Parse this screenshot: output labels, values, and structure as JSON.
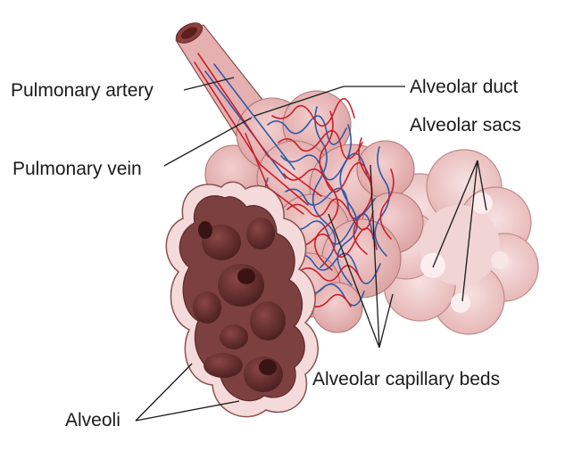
{
  "labels": {
    "pulmonary_artery": "Pulmonary artery",
    "pulmonary_vein": "Pulmonary vein",
    "alveolar_duct": "Alveolar duct",
    "alveolar_sacs": "Alveolar sacs",
    "alveolar_capillary_beds": "Alveolar capillary beds",
    "alveoli": "Alveoli"
  },
  "colors": {
    "tissue_pink": "#e8b8b8",
    "tissue_light": "#f2d3d3",
    "alveolus_dark": "#7a3b3b",
    "artery_blue": "#2d5aa8",
    "vein_red": "#c8202a",
    "leader_line": "#1a1a1a"
  }
}
